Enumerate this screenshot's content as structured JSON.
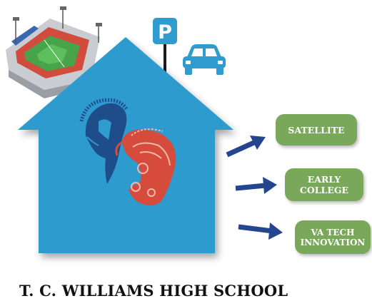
{
  "parking": {
    "sign_letter": "P"
  },
  "pathways": [
    {
      "lines": [
        "SATELLITE"
      ]
    },
    {
      "lines": [
        "EARLY",
        "COLLEGE"
      ]
    },
    {
      "lines": [
        "VA TECH",
        "INNOVATION"
      ]
    }
  ],
  "school_name": "T. C. WILLIAMS HIGH SCHOOL",
  "icons": [
    "stadium-icon",
    "parking-sign-icon",
    "car-icon",
    "house-icon",
    "spartan-helmet-logo",
    "arrow-right-icon"
  ],
  "colors": {
    "house": "#2f9bcf",
    "pill": "#7aa85a",
    "arrow": "#23468e",
    "parking_sign": "#2f9bcf",
    "helmet_blue": "#1e4d8a",
    "helmet_red": "#d64b3c"
  }
}
